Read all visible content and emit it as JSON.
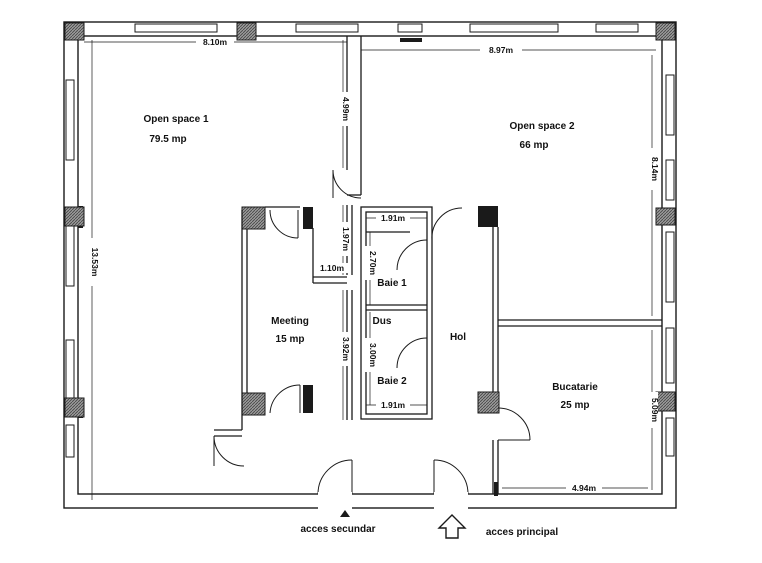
{
  "rooms": {
    "open_space_1": {
      "name": "Open space 1",
      "area": "79.5 mp"
    },
    "open_space_2": {
      "name": "Open space 2",
      "area": "66 mp"
    },
    "meeting": {
      "name": "Meeting",
      "area": "15 mp"
    },
    "bucatarie": {
      "name": "Bucatarie",
      "area": "25 mp"
    },
    "hol": {
      "name": "Hol"
    },
    "baie_1": {
      "name": "Baie 1"
    },
    "baie_2": {
      "name": "Baie 2"
    },
    "dus": {
      "name": "Dus"
    }
  },
  "dimensions": {
    "open_space_1_width": "8.10m",
    "open_space_1_length": "13.53m",
    "open_space_2_width": "8.97m",
    "open_space_2_length": "8.14m",
    "corridor_upper": "4.99m",
    "corridor_mid": "1.97m",
    "corridor_small": "1.10m",
    "meeting_side": "3.92m",
    "baie_1_width": "1.91m",
    "baie_1_length": "2.70m",
    "baie_2_width": "1.91m",
    "baie_2_length": "3.00m",
    "bucatarie_length": "5.09m",
    "bucatarie_width": "4.94m"
  },
  "entrances": {
    "secondary": "acces secundar",
    "main": "acces principal"
  },
  "colors": {
    "wall": "#1a1a1a",
    "column": "#7a7a7a",
    "background": "#ffffff"
  }
}
